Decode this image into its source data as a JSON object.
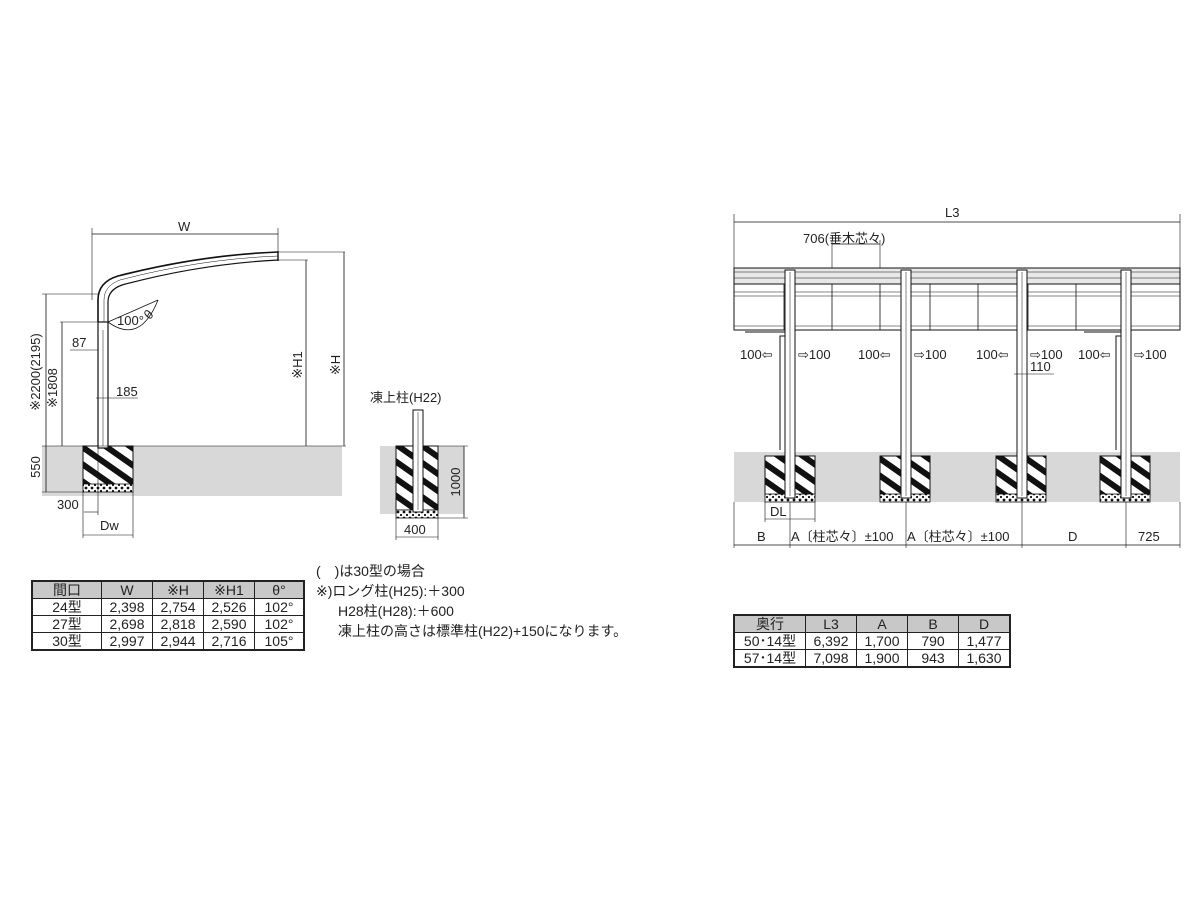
{
  "left_diagram": {
    "w": "W",
    "h": "※H",
    "h1": "※H1",
    "angle": "100°",
    "theta": "θ",
    "dim_87": "87",
    "dim_185": "185",
    "dim_1808": "※1808",
    "dim_2200": "※2200(2195)",
    "dim_550": "550",
    "dim_300": "300",
    "dw": "Dw"
  },
  "frost_pillar": {
    "title": "凍上柱(H22)",
    "dim_1000": "1000",
    "dim_400": "400"
  },
  "right_diagram": {
    "l3": "L3",
    "d706": "706(垂木芯々)",
    "arrow_labels": [
      "100⇦",
      "⇨100",
      "100⇦",
      "⇨100",
      "100⇦",
      "⇨100",
      "100⇦",
      "⇨100"
    ],
    "dim_110": "110",
    "dl": "DL",
    "bottom_b": "B",
    "bottom_a1": "A〔柱芯々〕±100",
    "bottom_a2": "A〔柱芯々〕±100",
    "bottom_d": "D",
    "bottom_725": "725"
  },
  "table_left": {
    "headers": [
      "間口",
      "W",
      "※H",
      "※H1",
      "θ°"
    ],
    "rows": [
      [
        "24型",
        "2,398",
        "2,754",
        "2,526",
        "102°"
      ],
      [
        "27型",
        "2,698",
        "2,818",
        "2,590",
        "102°"
      ],
      [
        "30型",
        "2,997",
        "2,944",
        "2,716",
        "105°"
      ]
    ]
  },
  "notes": [
    "(　)は30型の場合",
    "※)ロング柱(H25):＋300",
    "H28柱(H28):＋600",
    "凍上柱の高さは標準柱(H22)+150になります。"
  ],
  "table_right": {
    "headers": [
      "奥行",
      "L3",
      "A",
      "B",
      "D"
    ],
    "rows": [
      [
        "50･14型",
        "6,392",
        "1,700",
        "790",
        "1,477"
      ],
      [
        "57･14型",
        "7,098",
        "1,900",
        "943",
        "1,630"
      ]
    ]
  }
}
